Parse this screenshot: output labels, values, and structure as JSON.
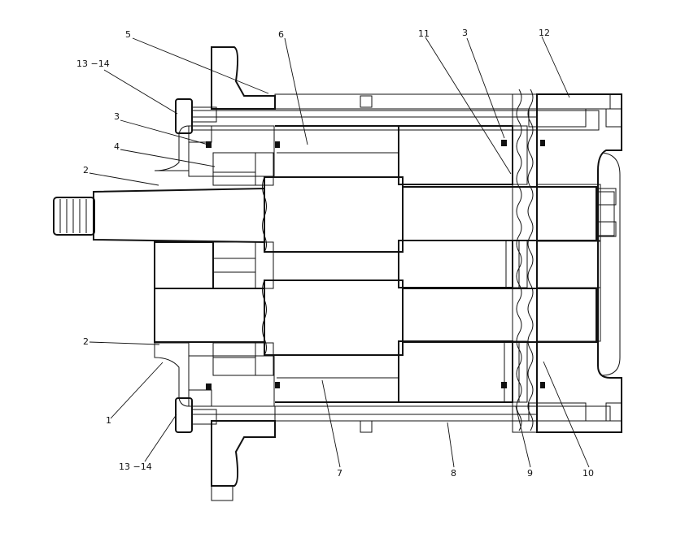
{
  "callouts": {
    "c5": "5",
    "c6": "6",
    "c11": "11",
    "c3_top": "3",
    "c12": "12",
    "c13_14_top": "13 −14",
    "c3_left": "3",
    "c4": "4",
    "c2_top": "2",
    "c2_bottom": "2",
    "c1": "1",
    "c13_14_bottom": "13 −14",
    "c7": "7",
    "c8": "8",
    "c9": "9",
    "c10": "10"
  }
}
